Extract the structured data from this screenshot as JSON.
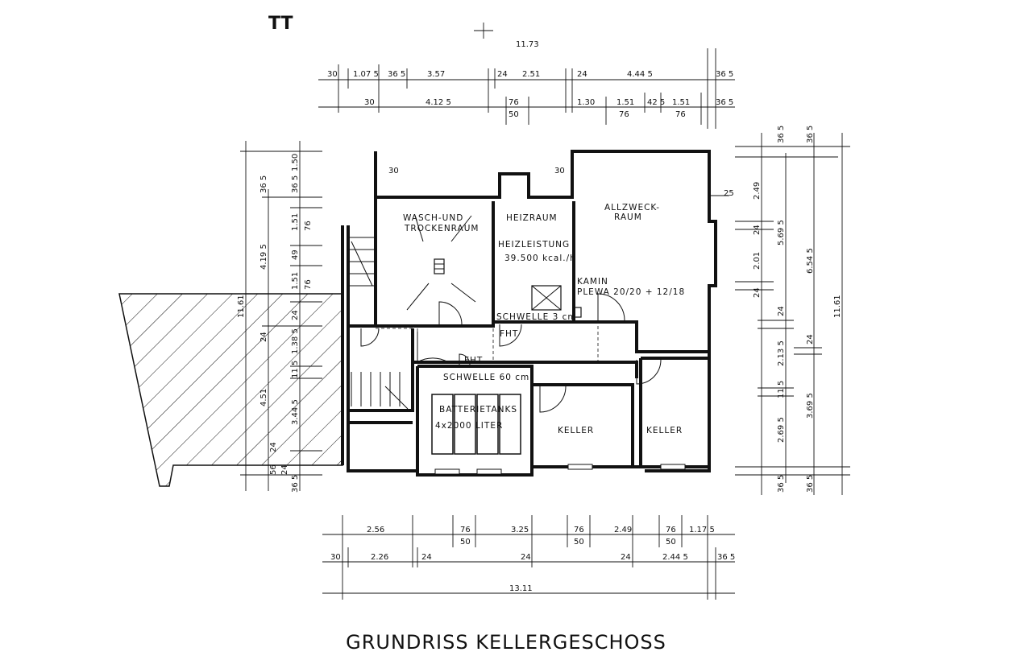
{
  "title": "GRUNDRISS KELLERGESCHOSS",
  "corner_mark": "TT",
  "rooms": {
    "wasch": [
      "WASCH-UND",
      "TROCKENRAUM"
    ],
    "heiz": "HEIZRAUM",
    "heizleistung": "HEIZLEISTUNG",
    "kcal": "39.500  kcal./h",
    "allzweck": [
      "ALLZWECK-",
      "RAUM"
    ],
    "kamin": "KAMIN",
    "plewa": "PLEWA  20/20 + 12/18",
    "schwelle3": "SCHWELLE  3 cm",
    "fht1": "FHT",
    "fht2": "FHT",
    "schwelle60": "SCHWELLE  60 cm",
    "batterie": "BATTERIETANKS",
    "liter": "4x2000  LITER",
    "keller1": "KELLER",
    "keller2": "KELLER"
  },
  "dims_top": {
    "total": "11.73",
    "row1": [
      "30",
      "1.07 5",
      "36 5",
      "3.57",
      "24",
      "2.51",
      "24",
      "4.44 5",
      "36 5"
    ],
    "row2": [
      "30",
      "4.12 5",
      "76",
      "50",
      "1.30",
      "1.51",
      "42 5",
      "76",
      "1.51",
      "76",
      "36 5"
    ]
  },
  "dims_bottom": {
    "row1": [
      "2.56",
      "76",
      "50",
      "3.25",
      "76",
      "50",
      "2.49",
      "76",
      "50",
      "1.17 5"
    ],
    "row2": [
      "30",
      "2.26",
      "24",
      "24",
      "24",
      "2.44 5",
      "36 5"
    ],
    "total": "13.11"
  },
  "dims_left": [
    "11.61",
    "4.19 5",
    "1.50",
    "36 5",
    "36 5",
    "1.51",
    "76",
    "49",
    "1.51",
    "76",
    "24",
    "1.38 5",
    "24",
    "11 5",
    "4.51",
    "3.44 5",
    "24",
    "56",
    "24",
    "36 5"
  ],
  "dims_right": [
    "36 5",
    "36 5",
    "2.49",
    "24",
    "5.69 5",
    "6.54 5",
    "11.61",
    "2.01",
    "24",
    "24",
    "2.13 5",
    "24",
    "11 5",
    "3.69 5",
    "2.69 5",
    "36 5",
    "36 5",
    "25",
    "30",
    "30"
  ]
}
